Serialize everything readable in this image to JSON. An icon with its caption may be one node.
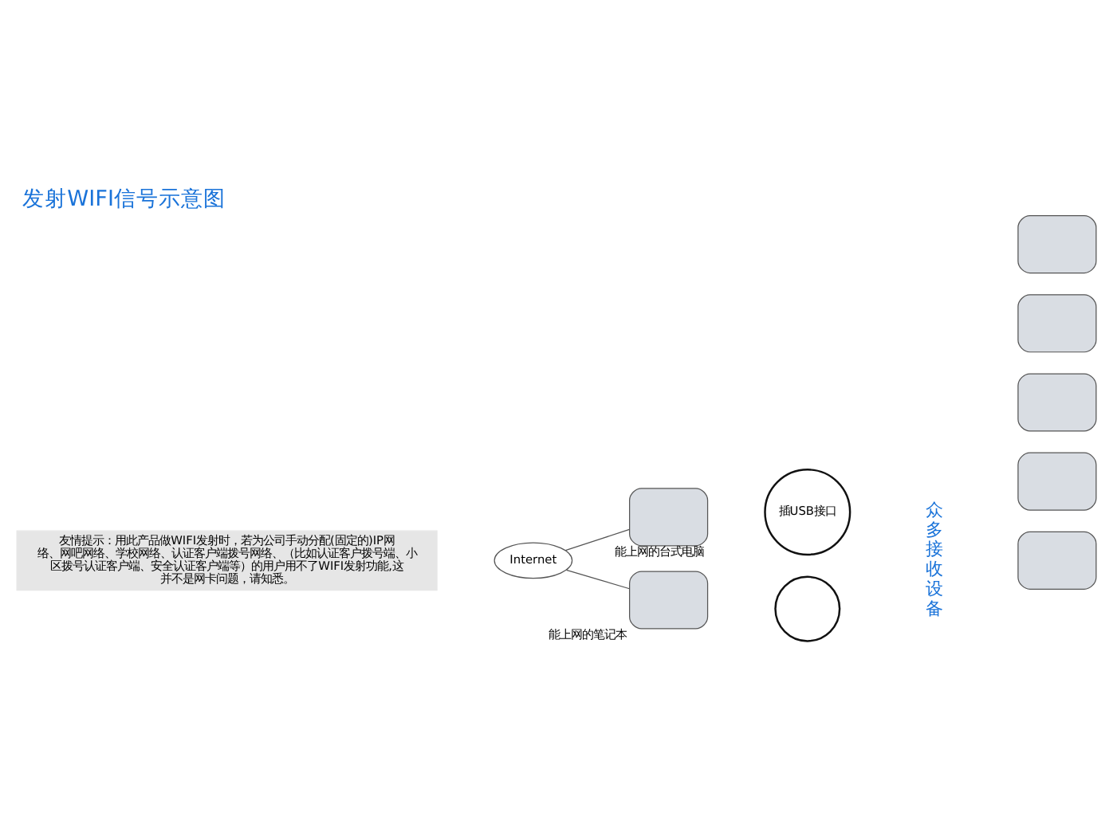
{
  "diagram": {
    "title": "发射WIFI信号示意图",
    "nodes": [
      {
        "text": [
          "Internet"
        ]
      },
      {
        "text": [],
        "shape": "box",
        "beside": [
          "能上网的台式电脑"
        ]
      },
      {
        "text": [
          "插USB接口"
        ]
      },
      {
        "text": [],
        "shape": "box",
        "beside": [
          "能上网的笔记本"
        ]
      },
      {
        "text": [],
        "shape": "circle"
      },
      {
        "text": [],
        "shape": "box"
      },
      {
        "text": [],
        "shape": "box"
      },
      {
        "text": [],
        "shape": "box"
      },
      {
        "text": [],
        "shape": "box"
      },
      {
        "text": [],
        "shape": "box"
      }
    ],
    "edges": [
      {
        "from": 0,
        "to": 1,
        "arrow": "none"
      },
      {
        "from": 0,
        "to": 3,
        "arrow": "none"
      }
    ],
    "labels": [
      "众多接收设备",
      "友情提示：用此产品做WIFI发射时，若为公司手动分配(固定的)IP网络、网吧网络、学校网络、认证客户端拨号网络、（比如认证客户拨号端、小区拨号认证客户端、安全认证客户端等）的用户用不了WIFI发射功能,这并不是网卡问题，请知悉。"
    ]
  }
}
